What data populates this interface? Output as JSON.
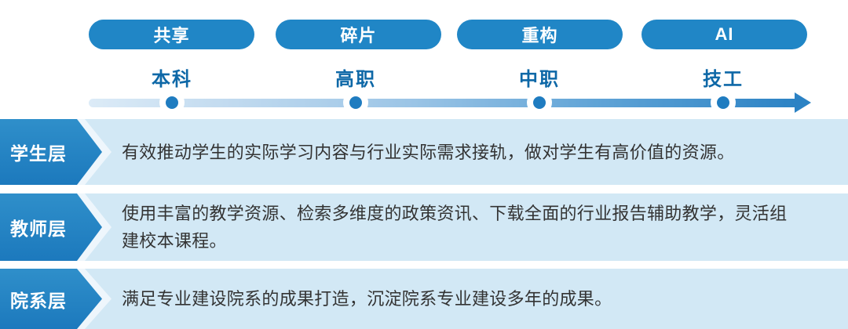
{
  "stages": [
    {
      "pill_label": "共享",
      "axis_label": "本科"
    },
    {
      "pill_label": "碎片",
      "axis_label": "高职"
    },
    {
      "pill_label": "重构",
      "axis_label": "中职"
    },
    {
      "pill_label": "AI",
      "axis_label": "技工"
    }
  ],
  "layers": [
    {
      "label": "学生层",
      "description": "有效推动学生的实际学习内容与行业实际需求接轨，做对学生有高价值的资源。"
    },
    {
      "label": "教师层",
      "description": "使用丰富的教学资源、检索多维度的政策资讯、下载全面的行业报告辅助教学，灵活组建校本课程。"
    },
    {
      "label": "院系层",
      "description": "满足专业建设院系的成果打造，沉淀院系专业建设多年的成果。"
    }
  ],
  "colors": {
    "pill_blue": "#2086C6",
    "chevron_blue_top": "#2F8FCA",
    "chevron_blue_bottom": "#1C79BD",
    "axis_label_blue": "#0E68A7",
    "panel_light_blue": "#D2E8F5",
    "chevron_outline": "#EEF6FC",
    "timeline_start": "#DCEBF7",
    "timeline_end": "#2B82C4",
    "dot_core_blue": "#1F7CC0",
    "text_dark": "#333333",
    "background": "#FFFFFF"
  }
}
